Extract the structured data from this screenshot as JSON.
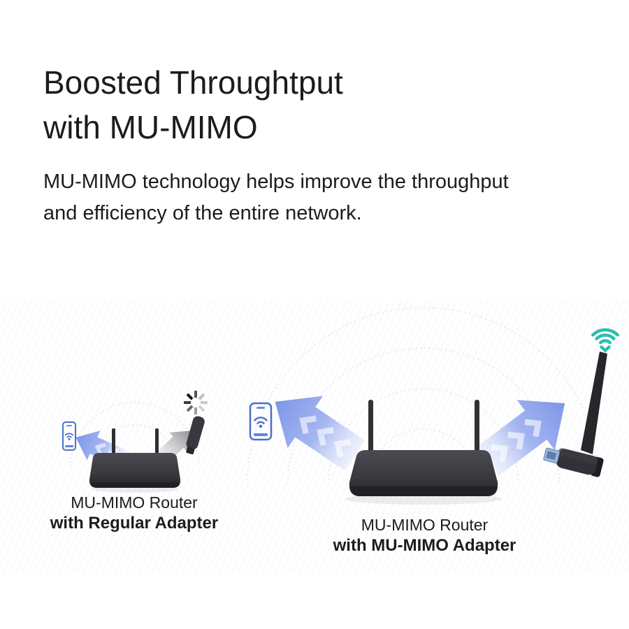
{
  "page": {
    "title_line1": "Boosted Throughtput",
    "title_line2": "with MU-MIMO",
    "body_line1": "MU-MIMO technology helps improve the throughput",
    "body_line2": "and efficiency of the entire network."
  },
  "diagrams": {
    "regular": {
      "caption_line1": "MU-MIMO Router",
      "caption_line2": "with Regular Adapter"
    },
    "mumimo": {
      "caption_line1": "MU-MIMO Router",
      "caption_line2": "with MU-MIMO Adapter"
    }
  },
  "icons": {
    "wifi_signal_icon": "three teal arcs with chevron dot",
    "loading_spinner_icon": "eight radial gray rays",
    "smartphone_icon": "blue outlined phone with wifi glyph",
    "signal_arrow": "wide blue arrow with white chevrons",
    "weak_signal_arrow": "plain gray gradient arrow",
    "wifi_wave_arcs": "dotted concentric semicircles"
  },
  "colors": {
    "background": "#ffffff",
    "text": "#1c1c1c",
    "arrow_blue": "#8da3ec",
    "arrow_blue_deep": "#7d95e8",
    "arrow_gray": "#94949a",
    "wifi_teal": "#2abfad",
    "phone_blue": "#4a6fd0",
    "router_dark": "#3a3a3f"
  }
}
